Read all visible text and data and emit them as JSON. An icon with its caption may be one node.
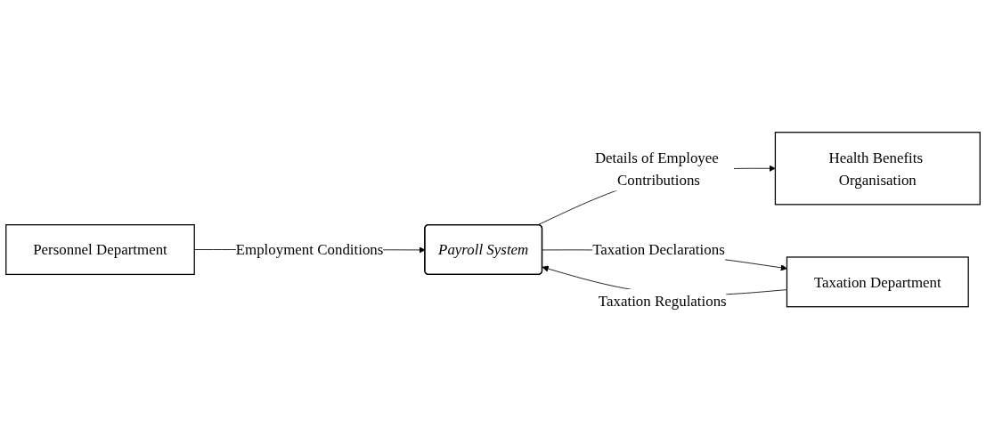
{
  "diagram": {
    "nodes": [
      {
        "text": [
          "Personnel Department"
        ]
      },
      {
        "text": [
          "Payroll System"
        ]
      },
      {
        "text": [
          "Health Benefits Organisation"
        ]
      },
      {
        "text": [
          "Taxation Department"
        ]
      }
    ],
    "edges": [
      {
        "from": 0,
        "to": 1,
        "arrow": "to",
        "label": "Employment Conditions"
      },
      {
        "from": 1,
        "to": 2,
        "arrow": "to",
        "label": "Details of Employee Contributions"
      },
      {
        "from": 3,
        "to": 1,
        "arrow": "to",
        "label": "Taxation Regulations"
      },
      {
        "from": 1,
        "to": 3,
        "arrow": "to",
        "label": "Taxation Declarations"
      }
    ]
  }
}
